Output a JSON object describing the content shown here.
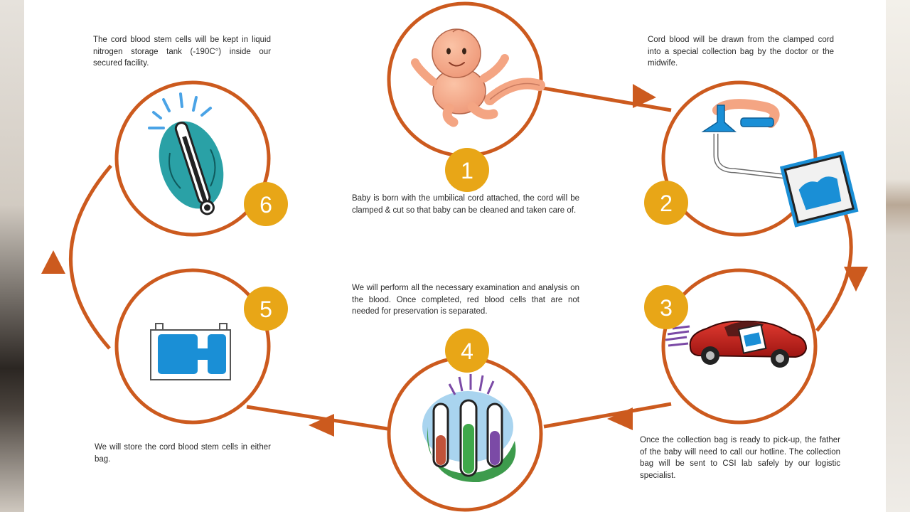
{
  "steps": [
    {
      "number": "1",
      "icon": "baby-icon",
      "text": "Baby is born with the umbilical cord attached, the cord will be clamped & cut so that baby can be cleaned and taken care of."
    },
    {
      "number": "2",
      "icon": "collection-bag-icon",
      "text": "Cord blood will be drawn from the clamped cord into a special collection bag by the doctor or the midwife."
    },
    {
      "number": "3",
      "icon": "car-icon",
      "text": "Once the collection bag is ready to pick-up, the father of the baby will need to call our hotline. The collection bag will be sent to CSI lab safely by our logistic specialist."
    },
    {
      "number": "4",
      "icon": "test-tubes-icon",
      "text": "We will perform all the necessary examination and analysis on the blood. Once completed, red blood cells that are not needed for preservation is separated."
    },
    {
      "number": "5",
      "icon": "storage-bag-icon",
      "text": "We will store the cord blood stem cells in either bag."
    },
    {
      "number": "6",
      "icon": "thermometer-icon",
      "text": "The cord blood stem cells will be kept in liquid nitrogen storage tank (-190C°) inside our secured facility."
    }
  ],
  "colors": {
    "ring": "#cc5a1e",
    "badge": "#e8a617",
    "skin": "#f4a583",
    "blue": "#1a8fd6",
    "car": "#c8211f"
  }
}
